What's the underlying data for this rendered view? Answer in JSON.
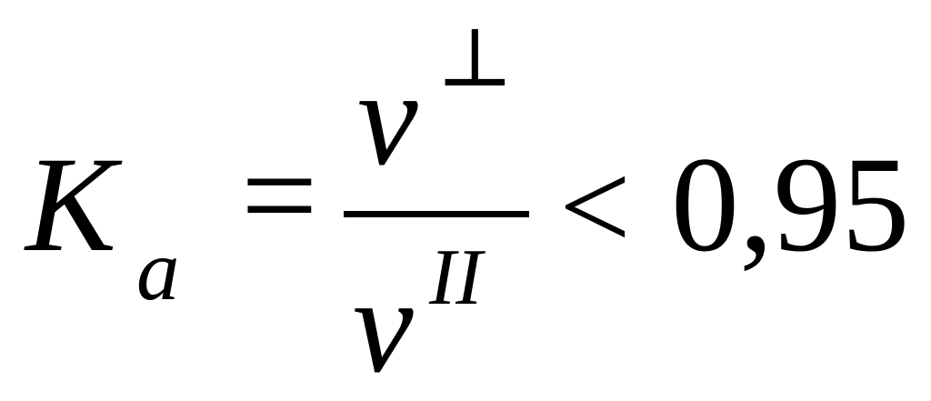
{
  "formula": {
    "lhs_symbol": "K",
    "lhs_subscript": "a",
    "equals": "=",
    "numerator_symbol": "v",
    "numerator_superscript": "⊥",
    "denominator_symbol": "v",
    "denominator_superscript": "II",
    "relation": "<",
    "value": "0,95"
  }
}
